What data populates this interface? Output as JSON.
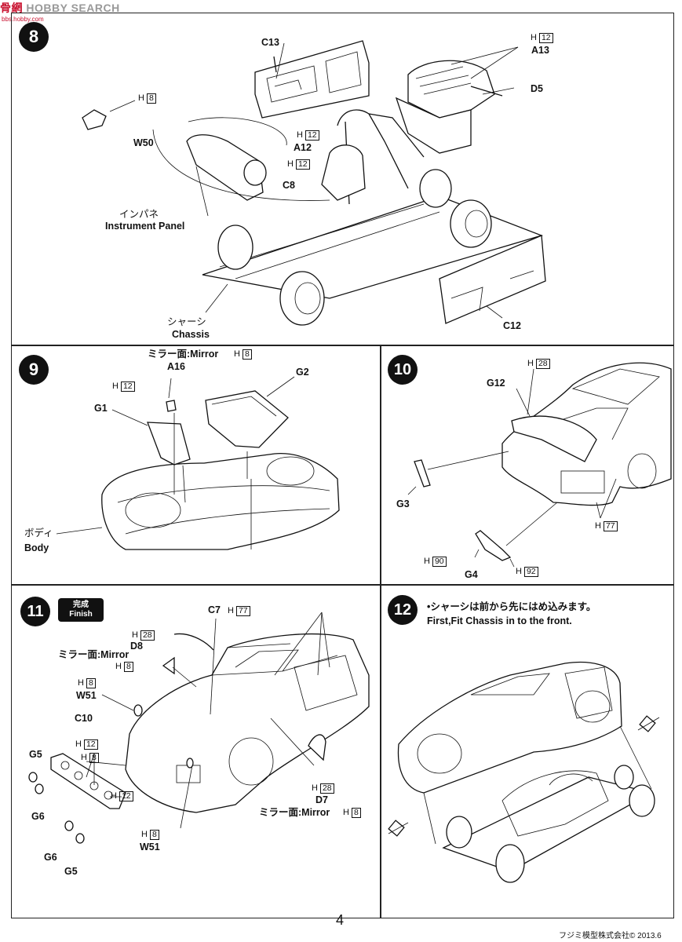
{
  "watermark": {
    "logo_text": "骨網",
    "text": "HOBBY SEARCH",
    "url": "bbs.hobby.com"
  },
  "page_number": "4",
  "copyright": "フジミ模型株式会社© 2013.6",
  "step8": {
    "number": "8",
    "labels": {
      "c13": "C13",
      "a13": "A13",
      "d5": "D5",
      "w50": "W50",
      "a12": "A12",
      "c8": "C8",
      "panel_jp": "インパネ",
      "panel_en": "Instrument Panel",
      "chassis_jp": "シャーシ",
      "chassis_en": "Chassis",
      "c12": "C12"
    },
    "h_refs": {
      "h8": "8",
      "h12_a13": "12",
      "h12_a12": "12",
      "h12_c8": "12"
    }
  },
  "step9": {
    "number": "9",
    "labels": {
      "mirror": "ミラー面:Mirror",
      "a16": "A16",
      "g2": "G2",
      "g1": "G1",
      "body_jp": "ボディ",
      "body_en": "Body"
    },
    "h_refs": {
      "h8": "8",
      "h12": "12"
    }
  },
  "step10": {
    "number": "10",
    "labels": {
      "g12": "G12",
      "g3": "G3",
      "g4": "G4"
    },
    "h_refs": {
      "h28": "28",
      "h77": "77",
      "h90": "90",
      "h92": "92"
    }
  },
  "step11": {
    "number": "11",
    "badge_jp": "完成",
    "badge_en": "Finish",
    "labels": {
      "c7": "C7",
      "d8": "D8",
      "mirror_d8": "ミラー面:Mirror",
      "w51_top": "W51",
      "c10": "C10",
      "g5_top": "G5",
      "g6_top": "G6",
      "g6_bottom": "G6",
      "g5_bottom": "G5",
      "w51_bottom": "W51",
      "d7": "D7",
      "mirror_d7": "ミラー面:Mirror"
    },
    "h_refs": {
      "h77": "77",
      "h28_d8": "28",
      "h8_d8": "8",
      "h8_w51": "8",
      "h12_c10": "12",
      "h8_c10": "8",
      "h12_grille": "12",
      "h8_w51b": "8",
      "h28_d7": "28",
      "h8_d7": "8"
    }
  },
  "step12": {
    "number": "12",
    "note_jp": "•シャーシは前から先にはめ込みます。",
    "note_en": "First,Fit Chassis in to the front."
  }
}
